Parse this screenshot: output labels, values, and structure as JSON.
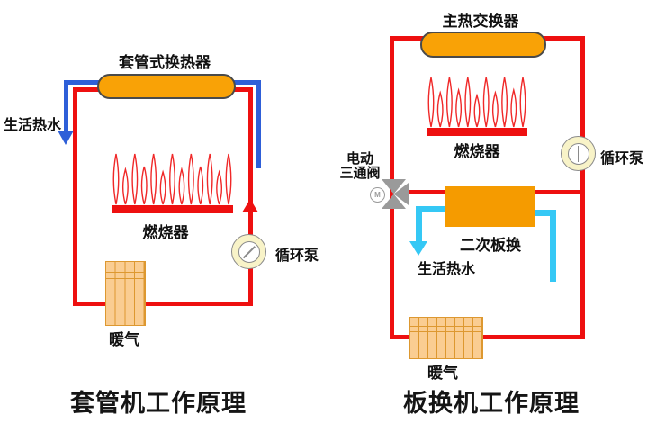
{
  "colors": {
    "pipe_red": "#ee1010",
    "pipe_blue": "#2e5fd8",
    "pipe_cyan": "#35c8f5",
    "exchanger_orange": "#f9a206",
    "plate_orange": "#f59b00",
    "radiator_fill": "#facd92",
    "radiator_line": "#dd9830",
    "pump_fill": "#f8f3c8",
    "valve_gray": "#9a9a9a",
    "flame_red": "#f02828"
  },
  "left_diagram": {
    "heat_exchanger_label": "套管式换热器",
    "hot_water_label": "生活热水",
    "burner_label": "燃烧器",
    "pump_label": "循环泵",
    "radiator_label": "暖气",
    "caption": "套管机工作原理"
  },
  "right_diagram": {
    "heat_exchanger_label": "主热交换器",
    "burner_label": "燃烧器",
    "pump_label": "循环泵",
    "valve_label_line1": "电动",
    "valve_label_line2": "三通阀",
    "valve_motor_letter": "M",
    "plate_exchanger_label": "二次板换",
    "hot_water_label": "生活热水",
    "radiator_label": "暖气",
    "caption": "板换机工作原理"
  }
}
